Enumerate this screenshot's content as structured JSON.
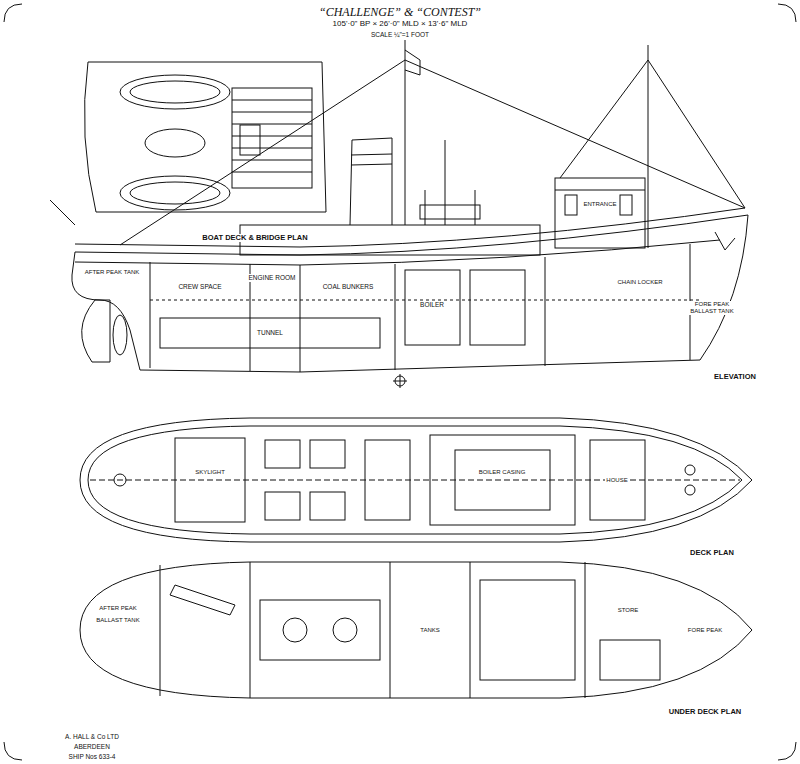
{
  "diagram": {
    "title": "“CHALLENGE” & “CONTEST”",
    "labels": [
      "105'·0\" BP × 26'·0\" MLD × 13'·6\" MLD",
      "SCALE ¼\"=1 FOOT",
      "BOAT DECK & BRIDGE PLAN",
      "ELEVATION",
      "DECK PLAN",
      "UNDER DECK PLAN",
      "A. HALL & Co LTD",
      "ABERDEEN",
      "SHIP Nos 633-4",
      "ENGINE ROOM",
      "COAL BUNKERS",
      "TUNNEL",
      "BOILER",
      "CREW SPACE",
      "AFTER PEAK TANK",
      "ENTRANCE",
      "FORE PEAK BALLAST TANK",
      "CHAIN LOCKER",
      "SKYLIGHT",
      "BOILER CASING",
      "HOUSE",
      "AFTER PEAK",
      "BALLAST TANK",
      "TANKS",
      "STORE",
      "FORE PEAK"
    ]
  }
}
